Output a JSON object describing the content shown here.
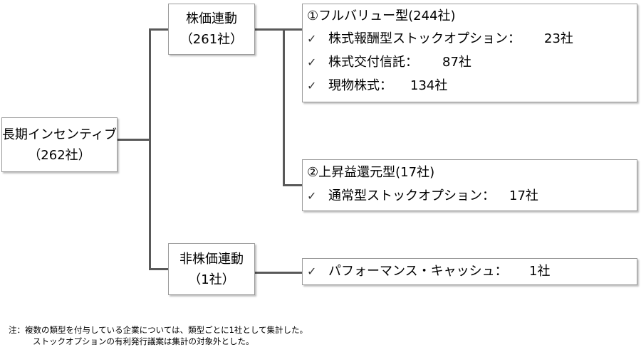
{
  "root": {
    "line1": "長期インセンティブ",
    "line2": "（262社）"
  },
  "branch_stock": {
    "line1": "株価連動",
    "line2": "（261社）"
  },
  "branch_nonstock": {
    "line1": "非株価連動",
    "line2": "（1社）"
  },
  "full_value": {
    "title": "①フルバリュー型(244社)",
    "items": [
      {
        "label": "株式報酬型ストックオプション：",
        "count": "23社"
      },
      {
        "label": "株式交付信託：",
        "count": "87社"
      },
      {
        "label": "現物株式：",
        "count": "134社"
      }
    ]
  },
  "appreciation": {
    "title": "②上昇益還元型(17社)",
    "items": [
      {
        "label": "通常型ストックオプション：",
        "count": "17社"
      }
    ]
  },
  "cash": {
    "items": [
      {
        "label": "パフォーマンス・キャッシュ：",
        "count": "1社"
      }
    ]
  },
  "check_mark": "✓",
  "notes": {
    "line1": "注：複数の類型を付与している企業については、類型ごとに1社として集計した。",
    "line2": "ストックオプションの有利発行議案は集計の対象外とした。"
  }
}
